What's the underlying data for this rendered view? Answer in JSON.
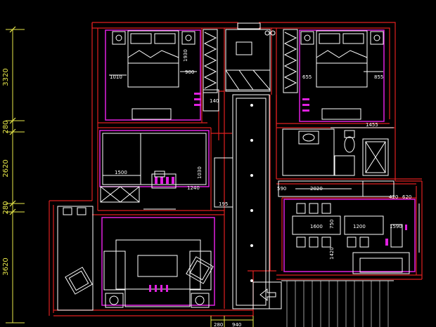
{
  "left_dimensions": [
    "3320",
    "280",
    "2620",
    "280",
    "3620"
  ],
  "bottom_dimensions": [
    "280",
    "940"
  ],
  "room_dimensions": {
    "master_bed_width": "1010",
    "master_bed_gap": "900",
    "master_bed_length": "1930",
    "wardrobe": "140",
    "second_bed_left": "655",
    "second_bed_right": "855",
    "bath_width": "1455",
    "study_desk": "1500",
    "study_depth": "1030",
    "study_side": "1240",
    "corridor": "195",
    "kitchen_counter": "2020",
    "kitchen_left": "590",
    "kitchen_right_a": "420",
    "kitchen_right_b": "620",
    "dining_table": "1600",
    "dining_gap": "750",
    "dining_island": "1200",
    "dining_side": "1590",
    "dining_depth": "1420"
  }
}
